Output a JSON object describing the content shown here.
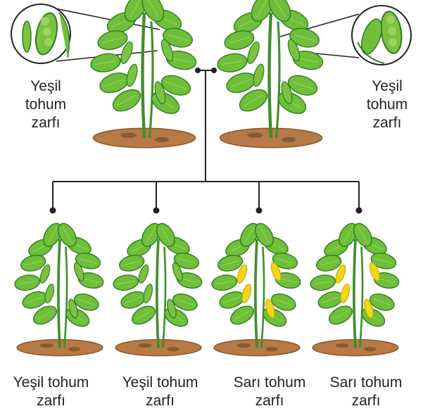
{
  "colors": {
    "leaf": "#6fbf3a",
    "leaf_dark": "#2e7d1f",
    "leaf_light": "#9bd45a",
    "stem": "#3f8f2a",
    "soil": "#b57a45",
    "soil_dark": "#8a5a30",
    "pod_green": "#7cc242",
    "pod_yellow": "#f2d61a",
    "line": "#222222"
  },
  "parents": [
    {
      "pod": "green",
      "label_lines": [
        "Yeşil",
        "tohum",
        "zarfı"
      ]
    },
    {
      "pod": "green",
      "label_lines": [
        "Yeşil",
        "tohum",
        "zarfı"
      ]
    }
  ],
  "offspring": [
    {
      "pod": "green",
      "label_lines": [
        "Yeşil tohum",
        "zarfı"
      ]
    },
    {
      "pod": "green",
      "label_lines": [
        "Yeşil tohum",
        "zarfı"
      ]
    },
    {
      "pod": "yellow",
      "label_lines": [
        "Sarı tohum",
        "zarfı"
      ]
    },
    {
      "pod": "yellow",
      "label_lines": [
        "Sarı tohum",
        "zarfı"
      ]
    }
  ]
}
